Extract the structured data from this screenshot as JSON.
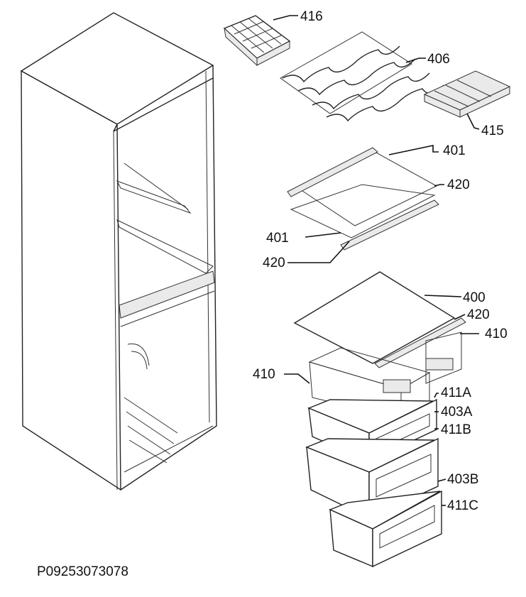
{
  "parts": [
    {
      "id": "p416",
      "label": "416"
    },
    {
      "id": "p406",
      "label": "406"
    },
    {
      "id": "p415",
      "label": "415"
    },
    {
      "id": "p401a",
      "label": "401"
    },
    {
      "id": "p420a",
      "label": "420"
    },
    {
      "id": "p401b",
      "label": "401"
    },
    {
      "id": "p420b",
      "label": "420"
    },
    {
      "id": "p400",
      "label": "400"
    },
    {
      "id": "p420c",
      "label": "420"
    },
    {
      "id": "p410a",
      "label": "410"
    },
    {
      "id": "p410b",
      "label": "410"
    },
    {
      "id": "p411A",
      "label": "411A"
    },
    {
      "id": "p403A",
      "label": "403A"
    },
    {
      "id": "p411B",
      "label": "411B"
    },
    {
      "id": "p403B",
      "label": "403B"
    },
    {
      "id": "p411C",
      "label": "411C"
    }
  ],
  "drawing_code": "P09253073078"
}
